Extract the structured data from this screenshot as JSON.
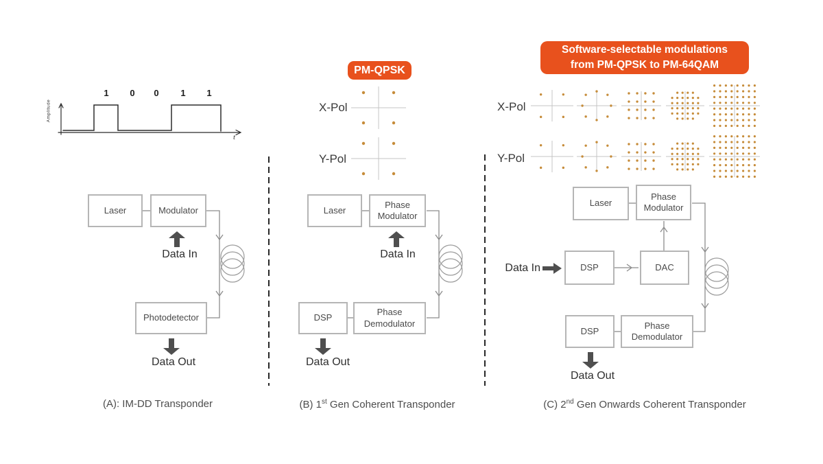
{
  "banner": {
    "line1": "Software-selectable modulations",
    "line2": "from PM-QPSK to PM-64QAM"
  },
  "badge": "PM-QPSK",
  "colors": {
    "orange": "#E8511D",
    "dot": "#C68C3A"
  },
  "waveform": {
    "bits": [
      "1",
      "0",
      "0",
      "1",
      "1"
    ],
    "ylabel": "Amplitude",
    "xlabel": "t"
  },
  "labels": {
    "xpol": "X-Pol",
    "ypol": "Y-Pol",
    "data_in": "Data In",
    "data_out": "Data Out"
  },
  "blocks": {
    "a_laser": "Laser",
    "a_modulator": "Modulator",
    "a_photodetector": "Photodetector",
    "b_laser": "Laser",
    "b_phase_modulator": "Phase Modulator",
    "b_dsp": "DSP",
    "b_phase_demodulator": "Phase Demodulator",
    "c_laser": "Laser",
    "c_phase_modulator": "Phase Modulator",
    "c_dsp_tx": "DSP",
    "c_dac": "DAC",
    "c_dsp_rx": "DSP",
    "c_phase_demodulator": "Phase Demodulator"
  },
  "captions": {
    "a": "(A): IM-DD Transponder",
    "b_pre": "(B) 1",
    "b_sup": "st",
    "b_post": " Gen Coherent Transponder",
    "c_pre": "(C) 2",
    "c_sup": "nd",
    "c_post": " Gen Onwards Coherent Transponder"
  },
  "constellations": [
    {
      "panel": "B",
      "row": "X-Pol",
      "type": "QPSK"
    },
    {
      "panel": "B",
      "row": "Y-Pol",
      "type": "QPSK"
    },
    {
      "panel": "C",
      "row": "X-Pol",
      "type": "QPSK"
    },
    {
      "panel": "C",
      "row": "X-Pol",
      "type": "8PSK"
    },
    {
      "panel": "C",
      "row": "X-Pol",
      "type": "16QAM"
    },
    {
      "panel": "C",
      "row": "X-Pol",
      "type": "32QAM"
    },
    {
      "panel": "C",
      "row": "X-Pol",
      "type": "64QAM"
    },
    {
      "panel": "C",
      "row": "Y-Pol",
      "type": "QPSK"
    },
    {
      "panel": "C",
      "row": "Y-Pol",
      "type": "8PSK"
    },
    {
      "panel": "C",
      "row": "Y-Pol",
      "type": "16QAM"
    },
    {
      "panel": "C",
      "row": "Y-Pol",
      "type": "32QAM"
    },
    {
      "panel": "C",
      "row": "Y-Pol",
      "type": "64QAM"
    }
  ]
}
